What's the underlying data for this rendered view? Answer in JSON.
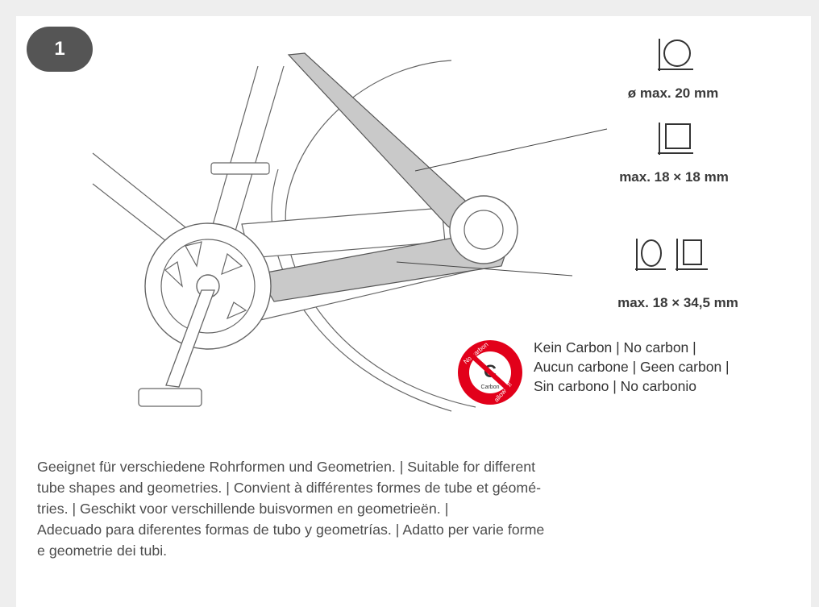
{
  "step": {
    "number": "1"
  },
  "specs": [
    {
      "label": "ø max. 20 mm",
      "icon": "round-tube-icon"
    },
    {
      "label": "max. 18 × 18 mm",
      "icon": "square-tube-icon"
    },
    {
      "label": "max. 18 × 34,5 mm",
      "icon": "round-and-square-tube-icon"
    }
  ],
  "no_carbon": {
    "badge_top": "No carbon",
    "badge_bottom": "allowed!",
    "badge_center": "Carbon",
    "lines": [
      "Kein Carbon | No carbon |",
      "Aucun carbone | Geen carbon |",
      "Sin carbono | No carbonio"
    ],
    "color": "#e2001a"
  },
  "description": {
    "lines": [
      "Geeignet für verschiedene Rohrformen und Geometrien. | Suitable for different",
      "tube shapes and geometries. | Convient à différentes formes de tube et géomé-",
      "tries. | Geschikt voor verschillende buisvormen en geometrieën. |",
      "Adecuado para diferentes formas de tubo y geometrías. | Adatto per varie forme",
      "e geometrie dei tubi."
    ]
  },
  "colors": {
    "highlight": "#c9c9c9",
    "line": "#555555",
    "badge": "#555555"
  }
}
